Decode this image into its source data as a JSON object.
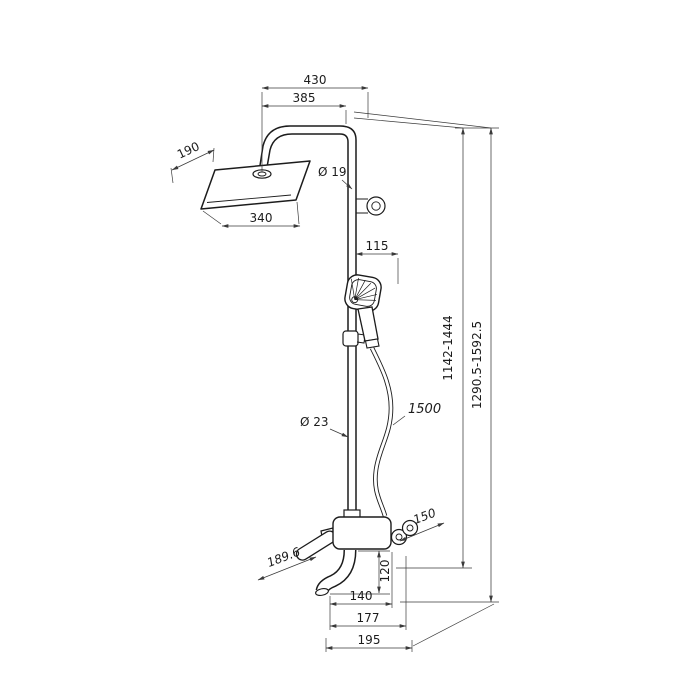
{
  "colors": {
    "ink": "#1c1c1c",
    "dim_line": "#3a3a3a",
    "background": "#ffffff"
  },
  "dims": {
    "arm_reach": "430",
    "arm_projection": "385",
    "head_depth": "190",
    "head_width": "340",
    "riser_diameter_top": "Ø 19",
    "hand_shower_offset": "115",
    "height_adjustable": "1142-1444",
    "height_overall": "1290.5-1592.5",
    "riser_diameter_bottom": "Ø 23",
    "hose_length": "1500",
    "wall_fitting_span": "150",
    "handle_length": "189.6",
    "spout_drop": "120",
    "spout_reach": "140",
    "mixer_depth": "177",
    "overall_depth": "195"
  }
}
